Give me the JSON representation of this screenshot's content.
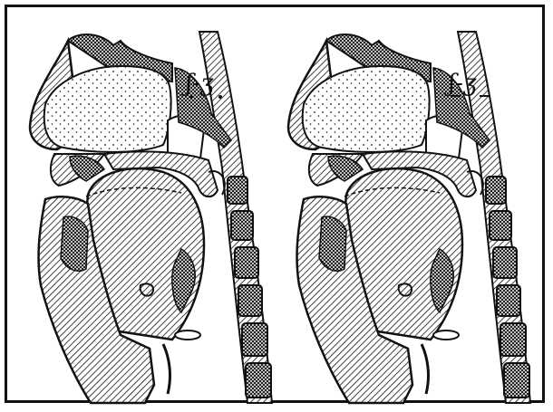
{
  "figure": {
    "panels": [
      {
        "id": "left",
        "label": "ʃ-ʒ"
      },
      {
        "id": "right",
        "label": "ʃ-ʒ"
      }
    ],
    "colors": {
      "ink": "#111111",
      "paper": "#ffffff"
    }
  }
}
